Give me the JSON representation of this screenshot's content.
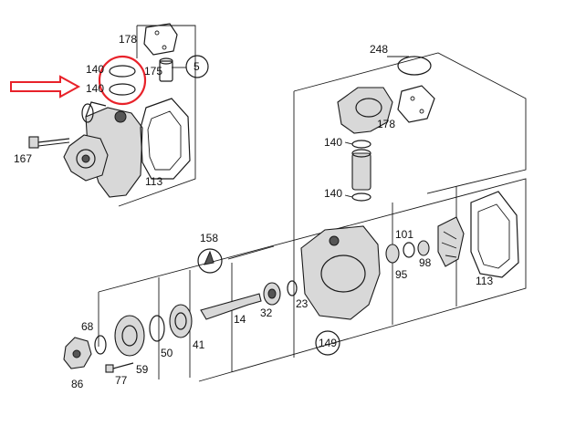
{
  "diagram": {
    "labels": {
      "p178a": "178",
      "p140a": "140",
      "p140b": "140",
      "p175": "175",
      "p5": "5",
      "p167": "167",
      "p113a": "113",
      "p248": "248",
      "p178b": "178",
      "p140c": "140",
      "p140d": "140",
      "p158": "158",
      "p101": "101",
      "p95": "95",
      "p98": "98",
      "p113b": "113",
      "p23": "23",
      "p32": "32",
      "p14": "14",
      "p41": "41",
      "p50": "50",
      "p59": "59",
      "p68": "68",
      "p86": "86",
      "p77": "77",
      "p149": "149"
    },
    "colors": {
      "highlight": "#e8222a",
      "line": "#1a1a1a"
    }
  }
}
